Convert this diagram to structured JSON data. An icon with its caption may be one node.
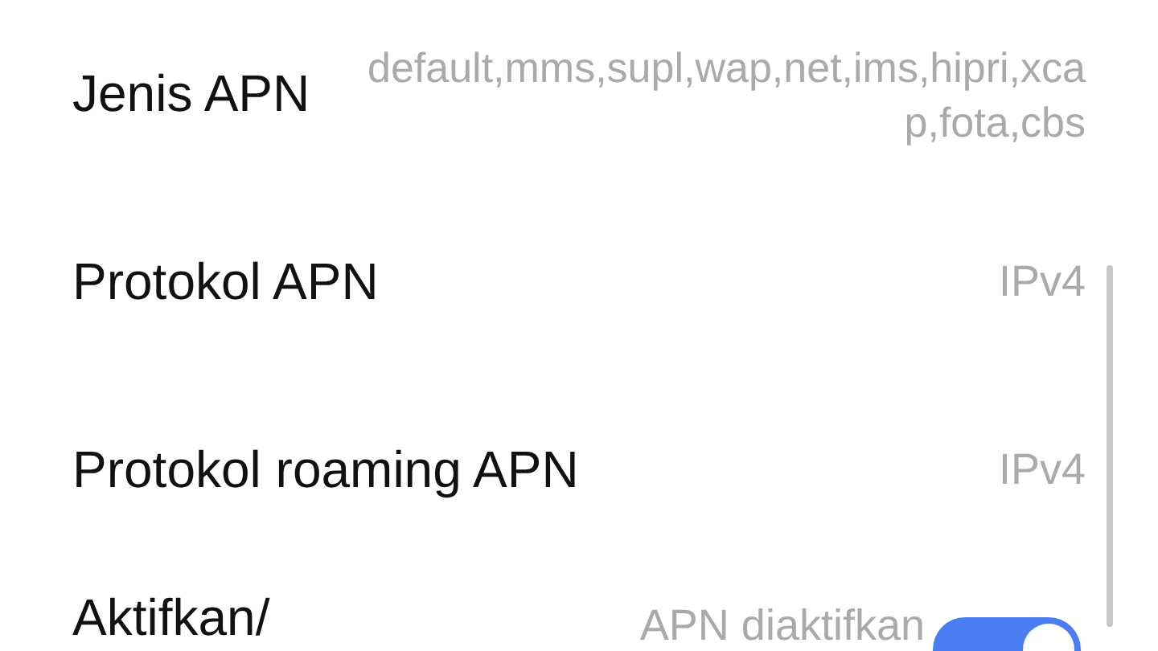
{
  "diagram": {
    "labels": [
      "Jenis APN",
      "default,mms,supl,wap,net,ims,hipri,xcap,fota,cbs",
      "Protokol APN",
      "IPv4",
      "Protokol roaming APN",
      "IPv4",
      "Aktifkan/",
      "APN diaktifkan"
    ]
  }
}
